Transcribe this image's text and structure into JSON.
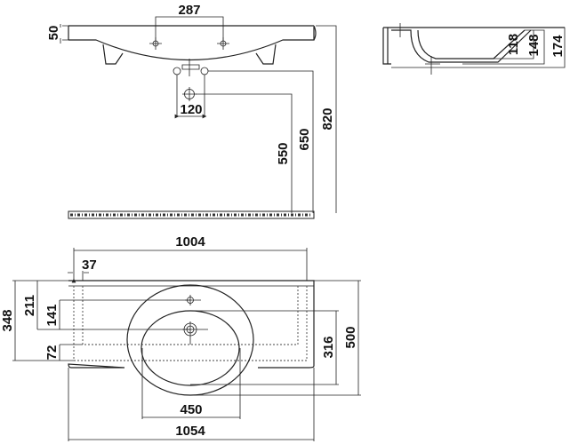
{
  "front_view": {
    "tap_spacing": "287",
    "rim_height": "50",
    "trap_width": "120",
    "drain_height": "550",
    "outlet_height": "650",
    "rim_total_height": "820"
  },
  "side_view": {
    "depth_basin": "118",
    "depth_inner": "148",
    "total_height": "174"
  },
  "top_view": {
    "inner_width": "1004",
    "inset": "37",
    "overall_width": "1054",
    "basin_width": "450",
    "overall_depth": "500",
    "basin_depth": "316",
    "depth_348": "348",
    "depth_211": "211",
    "depth_141": "141",
    "depth_72": "72"
  }
}
